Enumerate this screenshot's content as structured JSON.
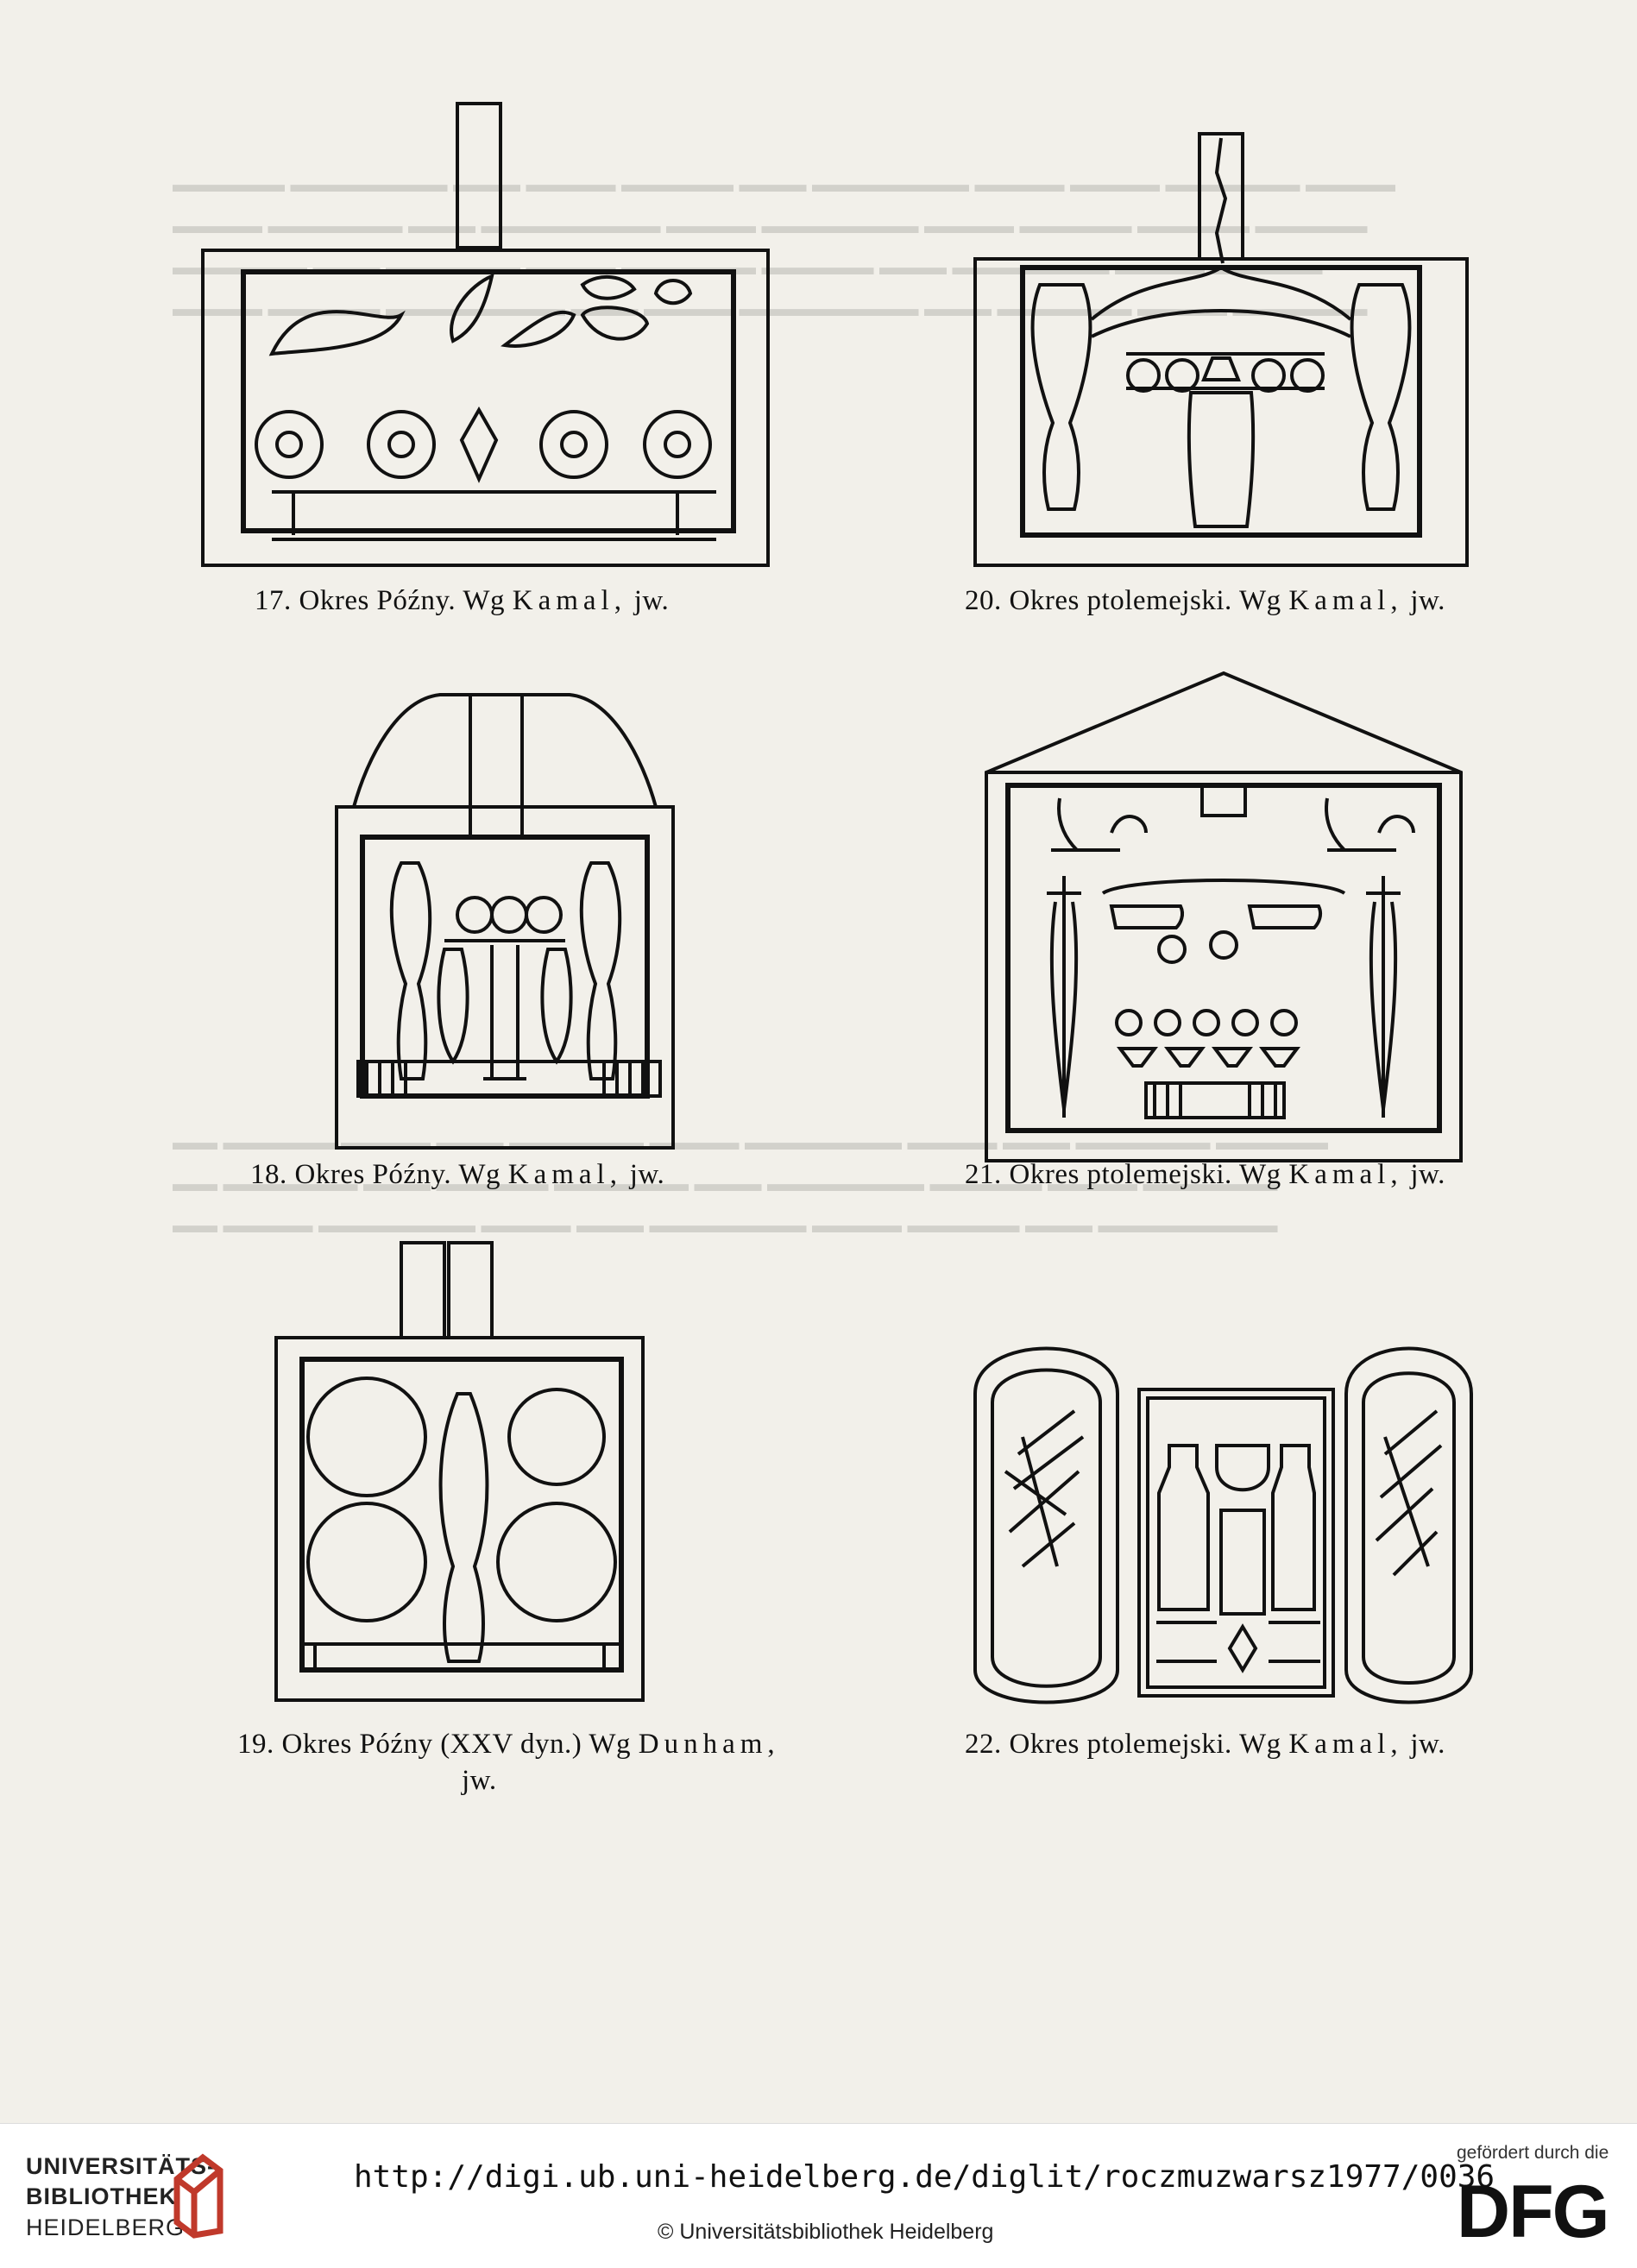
{
  "figures": [
    {
      "number": "17.",
      "period": "Okres Późny.",
      "source_prefix": "Wg",
      "author": "Kamal,",
      "ref": "jw."
    },
    {
      "number": "20.",
      "period": "Okres ptolemejski.",
      "source_prefix": "Wg",
      "author": "Kamal,",
      "ref": "jw."
    },
    {
      "number": "18.",
      "period": "Okres Późny.",
      "source_prefix": "Wg",
      "author": "Kamal,",
      "ref": "jw."
    },
    {
      "number": "21.",
      "period": "Okres ptolemejski.",
      "source_prefix": "Wg",
      "author": "Kamal,",
      "ref": "jw."
    },
    {
      "number": "19.",
      "period": "Okres Późny (XXV dyn.)",
      "source_prefix": "Wg",
      "author": "Dunham,",
      "ref": "jw."
    },
    {
      "number": "22.",
      "period": "Okres ptolemejski.",
      "source_prefix": "Wg",
      "author": "Kamal,",
      "ref": "jw."
    }
  ],
  "footer": {
    "library_line1": "UNIVERSITÄTS-",
    "library_line2": "BIBLIOTHEK",
    "library_line3": "HEIDELBERG",
    "url": "http://digi.ub.uni-heidelberg.de/diglit/roczmuzwarsz1977/0036",
    "copyright": "© Universitätsbibliothek Heidelberg",
    "funded_by": "gefördert durch die",
    "funder_logo": "DFG"
  },
  "colors": {
    "ink": "#111111",
    "paper": "#f2f0ea",
    "logo_red": "#c0392b"
  }
}
